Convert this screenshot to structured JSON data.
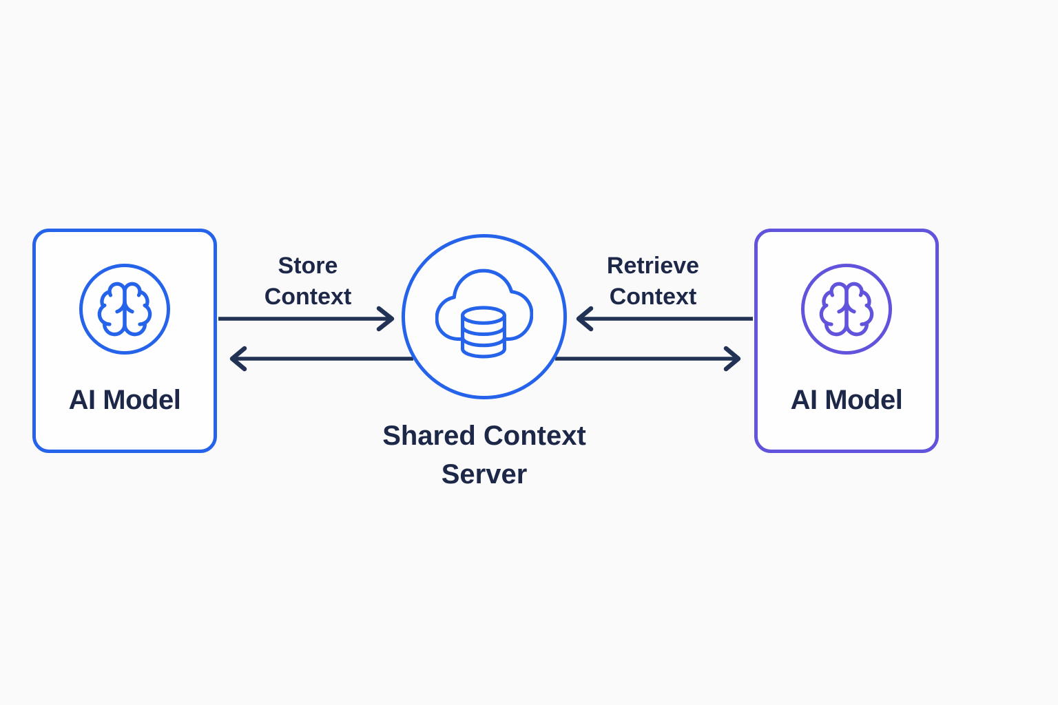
{
  "diagram_type": "architecture-flow",
  "background": "#FAFAFB",
  "colors": {
    "blue_accent": "#2563EB",
    "purple_accent": "#6153DB",
    "text_navy": "#1D2747",
    "arrow_navy": "#223254"
  },
  "nodes": {
    "ai_model_left": {
      "label": "AI Model",
      "icon": "brain-icon",
      "accent": "#2563EB"
    },
    "shared_context_server": {
      "label_line1": "Shared Context",
      "label_line2": "Server",
      "icon": "cloud-database-icon",
      "accent": "#2563EB"
    },
    "ai_model_right": {
      "label": "AI Model",
      "icon": "brain-icon",
      "accent": "#6153DB"
    }
  },
  "edges": {
    "store_context": {
      "label_line1": "Store",
      "label_line2": "Context",
      "from": "AI Model (left)",
      "to": "Shared Context Server"
    },
    "server_to_left": {
      "from": "Shared Context Server",
      "to": "AI Model (left)"
    },
    "retrieve_context": {
      "label_line1": "Retrieve",
      "label_line2": "Context",
      "from": "AI Model (right)",
      "to": "Shared Context Server"
    },
    "server_to_right": {
      "from": "Shared Context Server",
      "to": "AI Model (right)"
    }
  }
}
